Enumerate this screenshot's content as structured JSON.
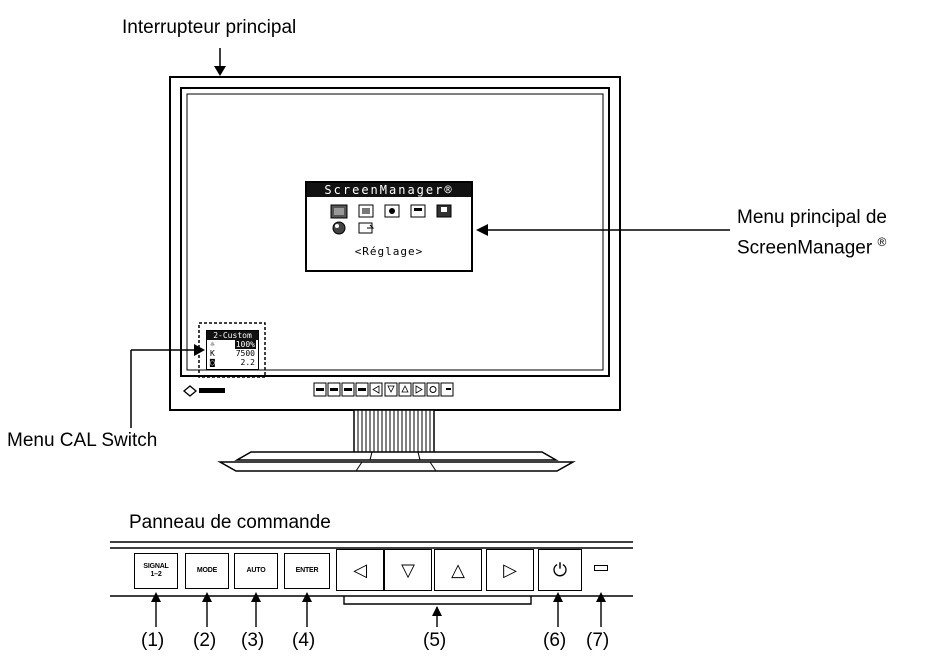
{
  "labels": {
    "main_switch": "Interrupteur principal",
    "screenmanager_menu_line1": "Menu principal de",
    "screenmanager_menu_line2": "ScreenManager",
    "registered_mark": "®",
    "cal_switch_menu": "Menu CAL Switch",
    "control_panel": "Panneau de commande"
  },
  "osd_main_menu": {
    "title": "ScreenManager®",
    "caption": "<Réglage>"
  },
  "cal_switch_osd": {
    "mode": "2-Custom",
    "brightness": "100%",
    "temperature": "7500",
    "gamma": "2.2",
    "temperature_unit": "K"
  },
  "buttons": {
    "signal_line1": "SIGNAL",
    "signal_line2": "1–2",
    "mode": "MODE",
    "auto": "AUTO",
    "enter": "ENTER",
    "left": "◁",
    "down": "▽",
    "up": "△",
    "right": "▷",
    "power": "⏻"
  },
  "callouts": [
    "(1)",
    "(2)",
    "(3)",
    "(4)",
    "(5)",
    "(6)",
    "(7)"
  ]
}
